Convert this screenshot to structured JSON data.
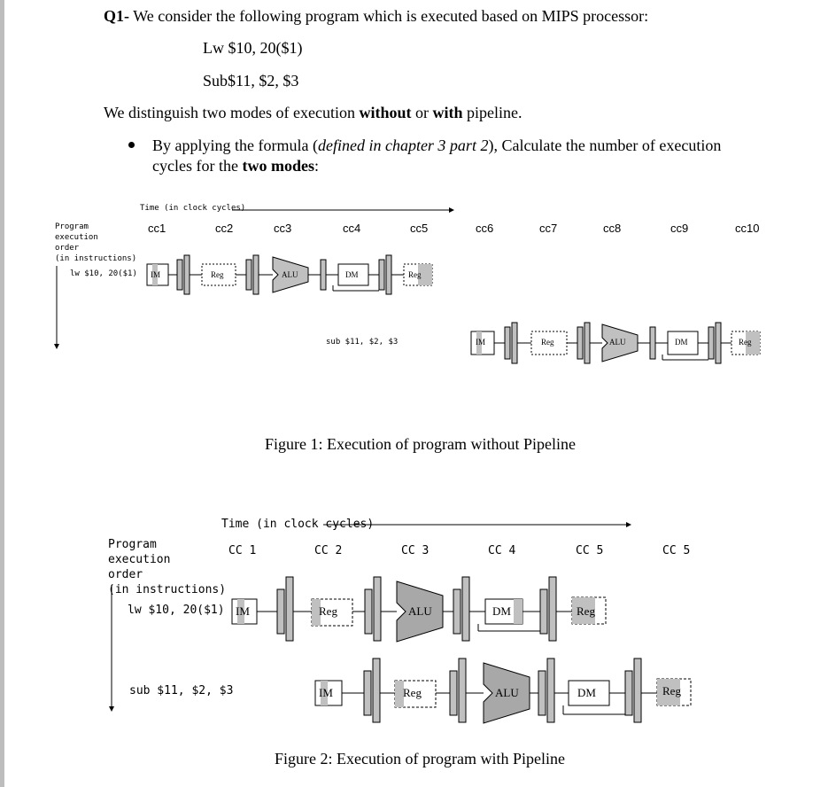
{
  "question": {
    "label": "Q1-",
    "intro": "We consider the following program which is executed based on MIPS processor:",
    "code_line1": "Lw $10, 20($1)",
    "code_line2": "Sub$11, $2, $3",
    "modes_pre": "We distinguish two modes of execution ",
    "modes_without": "without",
    "modes_or": " or ",
    "modes_with": "with",
    "modes_post": " pipeline.",
    "bullet_pre": "By applying the formula (",
    "bullet_italic": "defined in chapter 3 part 2",
    "bullet_mid": "), Calculate the number of execution",
    "bullet_line2_pre": "cycles for the ",
    "bullet_line2_bold": "two modes",
    "bullet_line2_post": ":"
  },
  "figure1": {
    "time_label": "Time (in clock cycles)",
    "order_label_1": "Program",
    "order_label_2": "execution",
    "order_label_3": "order",
    "order_label_4": "(in instructions)",
    "instr1": "lw $10, 20($1)",
    "instr2": "sub $11, $2, $3",
    "cycles": [
      "cc1",
      "cc2",
      "cc3",
      "cc4",
      "cc5",
      "cc6",
      "cc7",
      "cc8",
      "cc9",
      "cc10"
    ],
    "stages": {
      "im": "IM",
      "reg": "Reg",
      "alu": "ALU",
      "dm": "DM"
    },
    "caption": "Figure 1: Execution of program without Pipeline"
  },
  "figure2": {
    "time_label": "Time (in clock cycles)",
    "order_label_1": "Program",
    "order_label_2": "execution",
    "order_label_3": "order",
    "order_label_4": "(in instructions)",
    "instr1": "lw $10, 20($1)",
    "instr2": "sub $11, $2, $3",
    "cycles": [
      "CC 1",
      "CC 2",
      "CC 3",
      "CC 4",
      "CC 5",
      "CC 5"
    ],
    "caption": "Figure 2: Execution of program with Pipeline"
  },
  "colors": {
    "text": "#000000",
    "stage_gray": "#c0c0c0",
    "rule": "#000000"
  }
}
